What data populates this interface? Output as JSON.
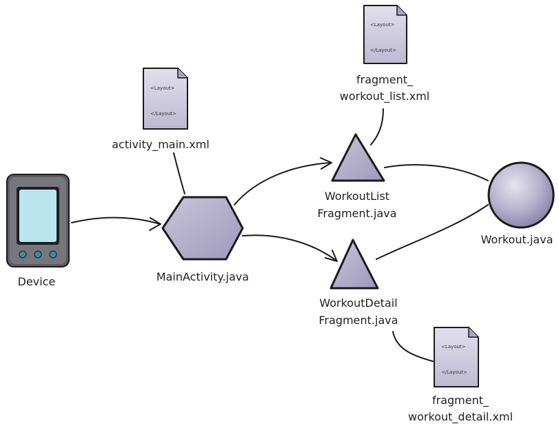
{
  "nodes": {
    "device": {
      "label": "Device"
    },
    "main_activity": {
      "label": "MainActivity.java"
    },
    "activity_main_xml": {
      "label": "activity_main.xml",
      "open_tag": "<Layout>",
      "close_tag": "</Layout>"
    },
    "workout_list_fragment": {
      "label_line1": "WorkoutList",
      "label_line2": "Fragment.java"
    },
    "workout_detail_fragment": {
      "label_line1": "WorkoutDetail",
      "label_line2": "Fragment.java"
    },
    "fragment_workout_list_xml": {
      "label_line1": "fragment_",
      "label_line2": "workout_list.xml",
      "open_tag": "<Layout>",
      "close_tag": "</Layout>"
    },
    "fragment_workout_detail_xml": {
      "label_line1": "fragment_",
      "label_line2": "workout_detail.xml",
      "open_tag": "<Layout>",
      "close_tag": "</Layout>"
    },
    "workout": {
      "label": "Workout.java"
    }
  },
  "colors": {
    "shape_fill": "#bcb8d2",
    "shape_fill_dark": "#8f8aad",
    "doc_fill": "#d4d1e3",
    "outline": "#1a1a1a",
    "device_body": "#5a5a60",
    "device_screen": "#b9e6ee",
    "device_buttons": "#2f8fb0"
  }
}
